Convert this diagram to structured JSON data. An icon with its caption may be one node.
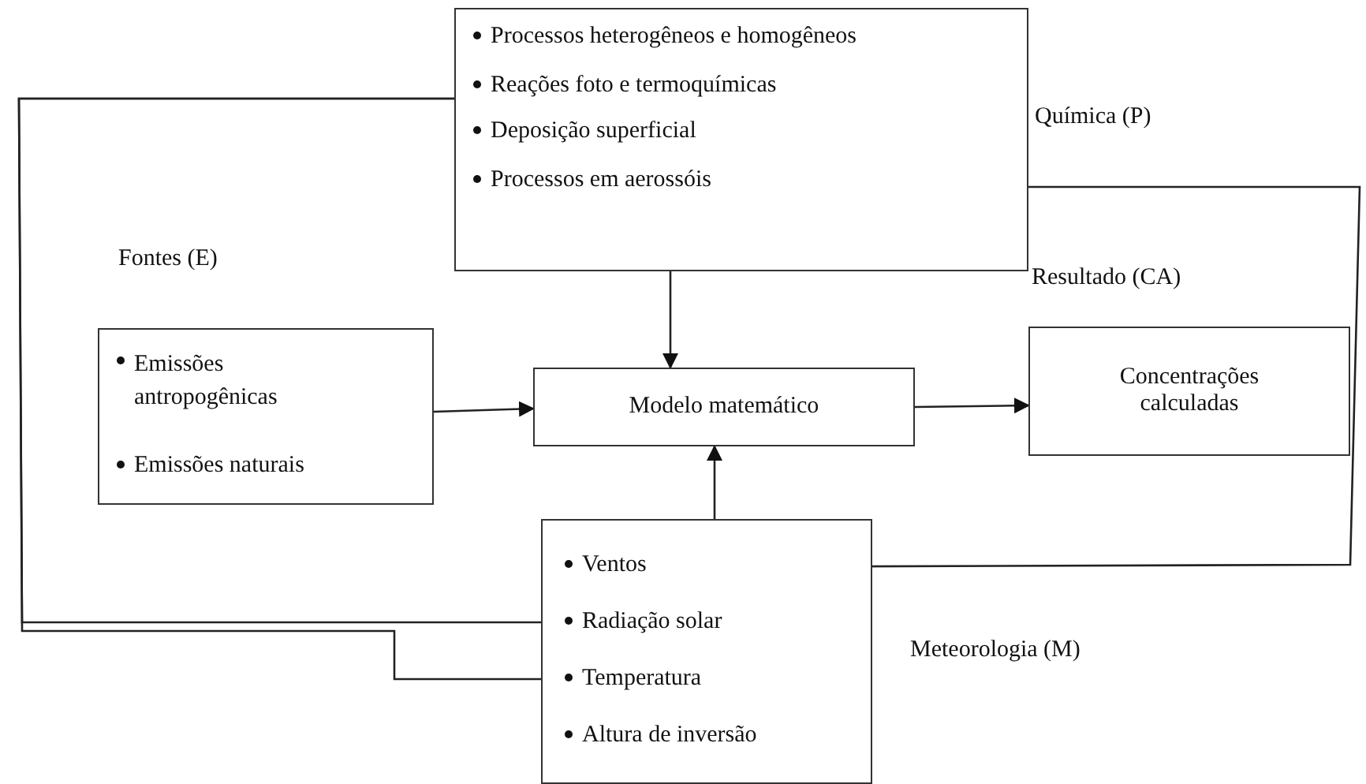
{
  "diagram": {
    "nodes": [
      {
        "text": [
          "Química (P)"
        ]
      },
      {
        "text": [
          "Processos heterogêneos e homogêneos"
        ],
        "in": 0
      },
      {
        "text": [
          "Reações foto e termoquímicas"
        ],
        "in": 0
      },
      {
        "text": [
          "Deposição superficial"
        ],
        "in": 0
      },
      {
        "text": [
          "Processos em aerossóis"
        ],
        "in": 0
      },
      {
        "text": [
          "Fontes (E)"
        ]
      },
      {
        "text": [
          "Emissões antropogênicas"
        ],
        "in": 5
      },
      {
        "text": [
          "Emissões naturais"
        ],
        "in": 5
      },
      {
        "text": [
          "Modelo matemático"
        ]
      },
      {
        "text": [
          "Resultado (CA)",
          "Concentrações calculadas"
        ]
      },
      {
        "text": [
          "Meteorologia (M)"
        ]
      },
      {
        "text": [
          "Ventos"
        ],
        "in": 10
      },
      {
        "text": [
          "Radiação solar"
        ],
        "in": 10
      },
      {
        "text": [
          "Temperatura"
        ],
        "in": 10
      },
      {
        "text": [
          "Altura de inversão"
        ],
        "in": 10
      }
    ],
    "edges": [
      {
        "from": 5,
        "to": 8,
        "arrow": "to"
      },
      {
        "from": 0,
        "to": 8,
        "arrow": "to"
      },
      {
        "from": 10,
        "to": 8,
        "arrow": "to"
      },
      {
        "from": 8,
        "to": 9,
        "arrow": "to"
      },
      {
        "from": 2,
        "to": 12,
        "arrow": "none"
      },
      {
        "from": 2,
        "to": 13,
        "arrow": "none"
      },
      {
        "from": 4,
        "to": 11,
        "arrow": "none"
      }
    ]
  }
}
